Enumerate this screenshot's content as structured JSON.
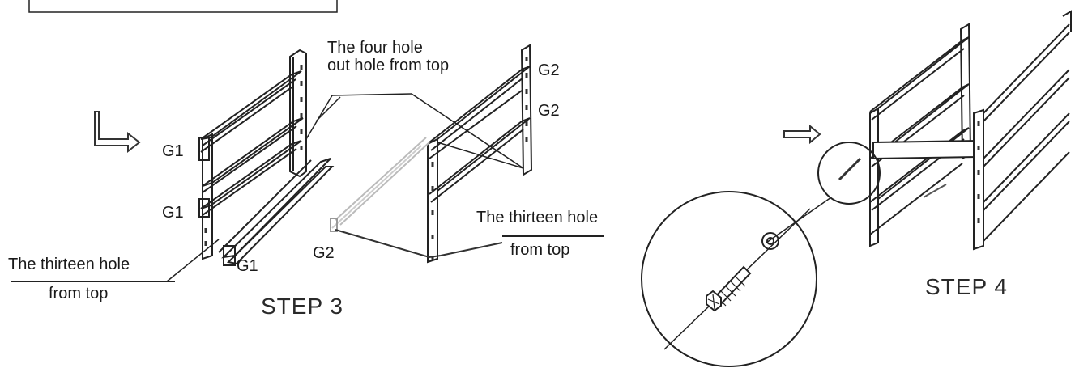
{
  "step3": {
    "step_label": "STEP 3",
    "left_labels": {
      "g1_top": "G1",
      "g1_mid": "G1",
      "g1_bottom": "G1"
    },
    "callout_four_line1": "The four hole",
    "callout_four_line2": "out hole from top",
    "callout_thirteen_left_line1": "The thirteen hole",
    "callout_thirteen_left_line2": "from top",
    "right_labels": {
      "g2_top": "G2",
      "g2_mid": "G2",
      "g2_bottom": "G2"
    },
    "callout_thirteen_right_line1": "The thirteen hole",
    "callout_thirteen_right_line2": "from top"
  },
  "step4": {
    "step_label": "STEP 4"
  },
  "icons": {
    "step3_arrow": "bent-right-arrow-icon",
    "step4_arrow": "right-arrow-icon",
    "screw_detail": "screw-detail-magnifier-icon"
  }
}
